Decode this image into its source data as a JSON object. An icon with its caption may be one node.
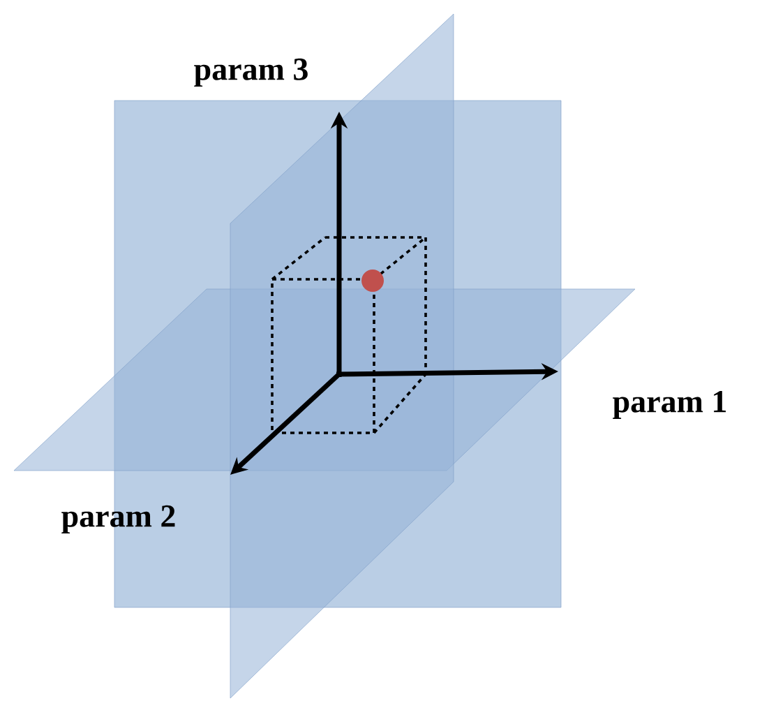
{
  "diagram": {
    "labels": [
      "param 3",
      "param 1",
      "param 2"
    ]
  }
}
